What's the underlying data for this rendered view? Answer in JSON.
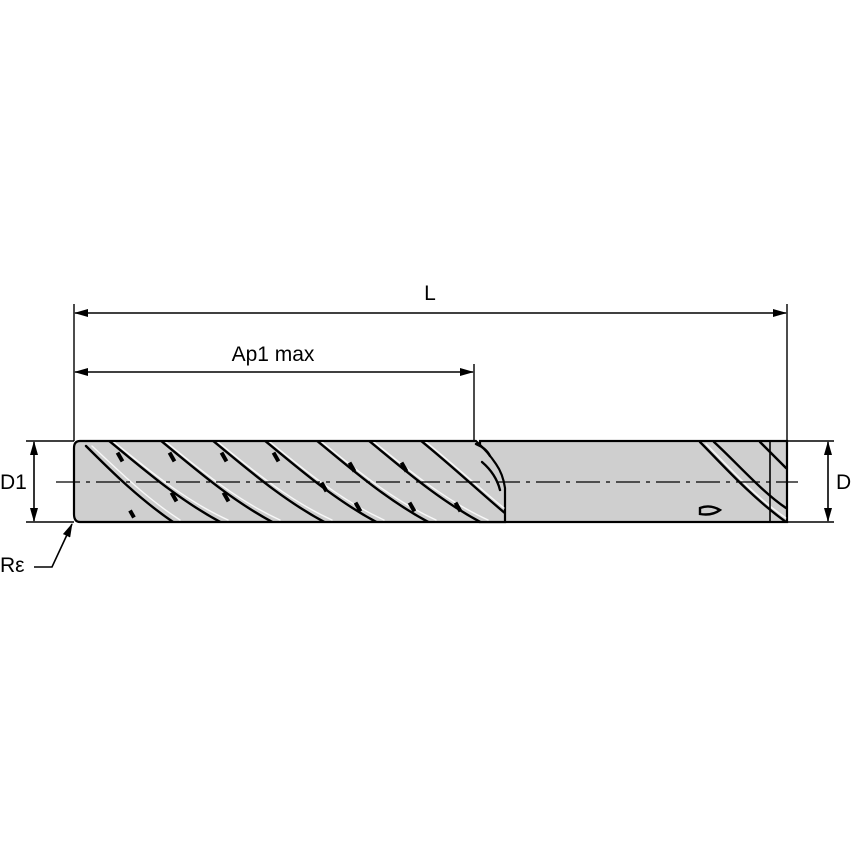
{
  "drawing": {
    "labels": {
      "overall_length": "L",
      "cutting_length": "Ap1 max",
      "cutting_diameter": "D1",
      "shank_diameter": "D",
      "corner_radius": "Rε"
    },
    "colors": {
      "tool_fill": "#cfcfcf",
      "outline": "#000000",
      "background": "#ffffff"
    }
  }
}
